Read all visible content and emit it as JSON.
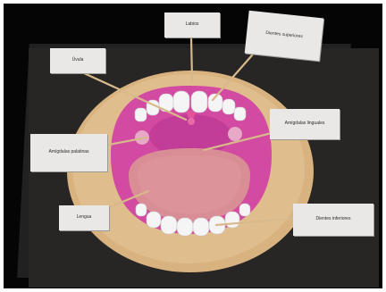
{
  "labels": {
    "labios": "Labios",
    "uvula": "Úvula",
    "dientes_superiores": "Dientes superiores",
    "amigdalas_palatinas": "Amígdalas palatinas",
    "amigdalas_linguales": "Amígdalas linguales",
    "lengua": "Lengua",
    "dientes_inferiores": "Dientes inferiores"
  },
  "colors": {
    "board": "#272625",
    "lips": "#dcb787",
    "throat": "#d94aa6",
    "tongue": "#d88a92",
    "teeth": "#f4f4f4",
    "card": "#e9e8e6",
    "stick": "#d8b98b"
  }
}
